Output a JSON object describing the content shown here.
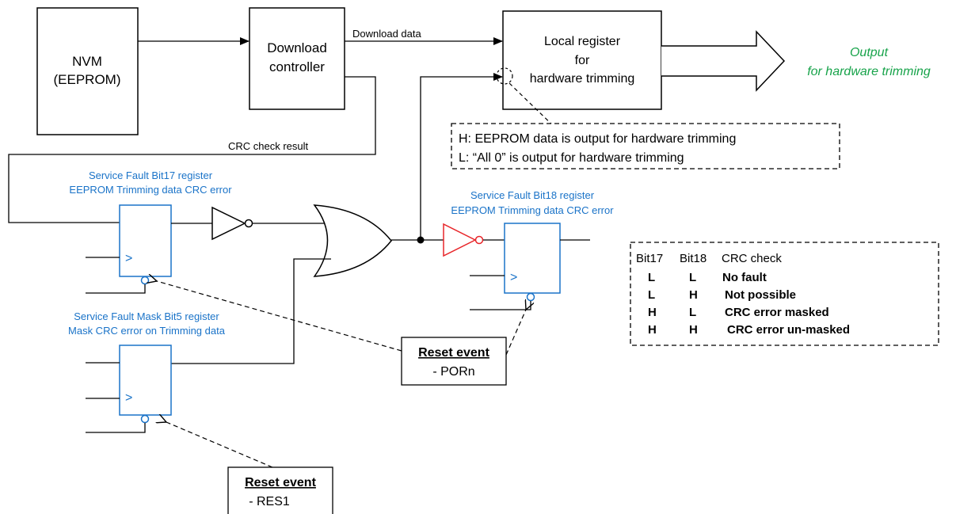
{
  "blocks": {
    "nvm": [
      "NVM",
      "(EEPROM)"
    ],
    "download_controller": [
      "Download",
      "controller"
    ],
    "local_register": [
      "Local register",
      "for",
      "hardware trimming"
    ]
  },
  "signals": {
    "download_data": "Download data",
    "crc_check_result": "CRC check result"
  },
  "output": [
    "Output",
    "for hardware trimming"
  ],
  "note": [
    "H: EEPROM data is output for hardware trimming",
    "L: “All 0” is output for hardware trimming"
  ],
  "registers": {
    "bit17": [
      "Service Fault Bit17 register",
      "EEPROM Trimming data CRC error"
    ],
    "bit18": [
      "Service Fault Bit18 register",
      "EEPROM Trimming data CRC error"
    ],
    "mask_bit5": [
      "Service Fault Mask Bit5 register",
      "Mask CRC error on Trimming data"
    ]
  },
  "clock_symbol": ">",
  "reset_porn": {
    "title": "Reset event",
    "item": "- PORn"
  },
  "reset_res1": {
    "title": "Reset event",
    "item": "- RES1"
  },
  "truth_table": {
    "headers": [
      "Bit17",
      "Bit18",
      "CRC check"
    ],
    "rows": [
      [
        "L",
        "L",
        "No fault"
      ],
      [
        "L",
        "H",
        "Not possible"
      ],
      [
        "H",
        "L",
        "CRC error masked"
      ],
      [
        "H",
        "H",
        "CRC error un-masked"
      ]
    ]
  },
  "colors": {
    "register_blue": "#1a73c8",
    "output_green": "#17a34a",
    "inverter_red": "#e8262a"
  }
}
